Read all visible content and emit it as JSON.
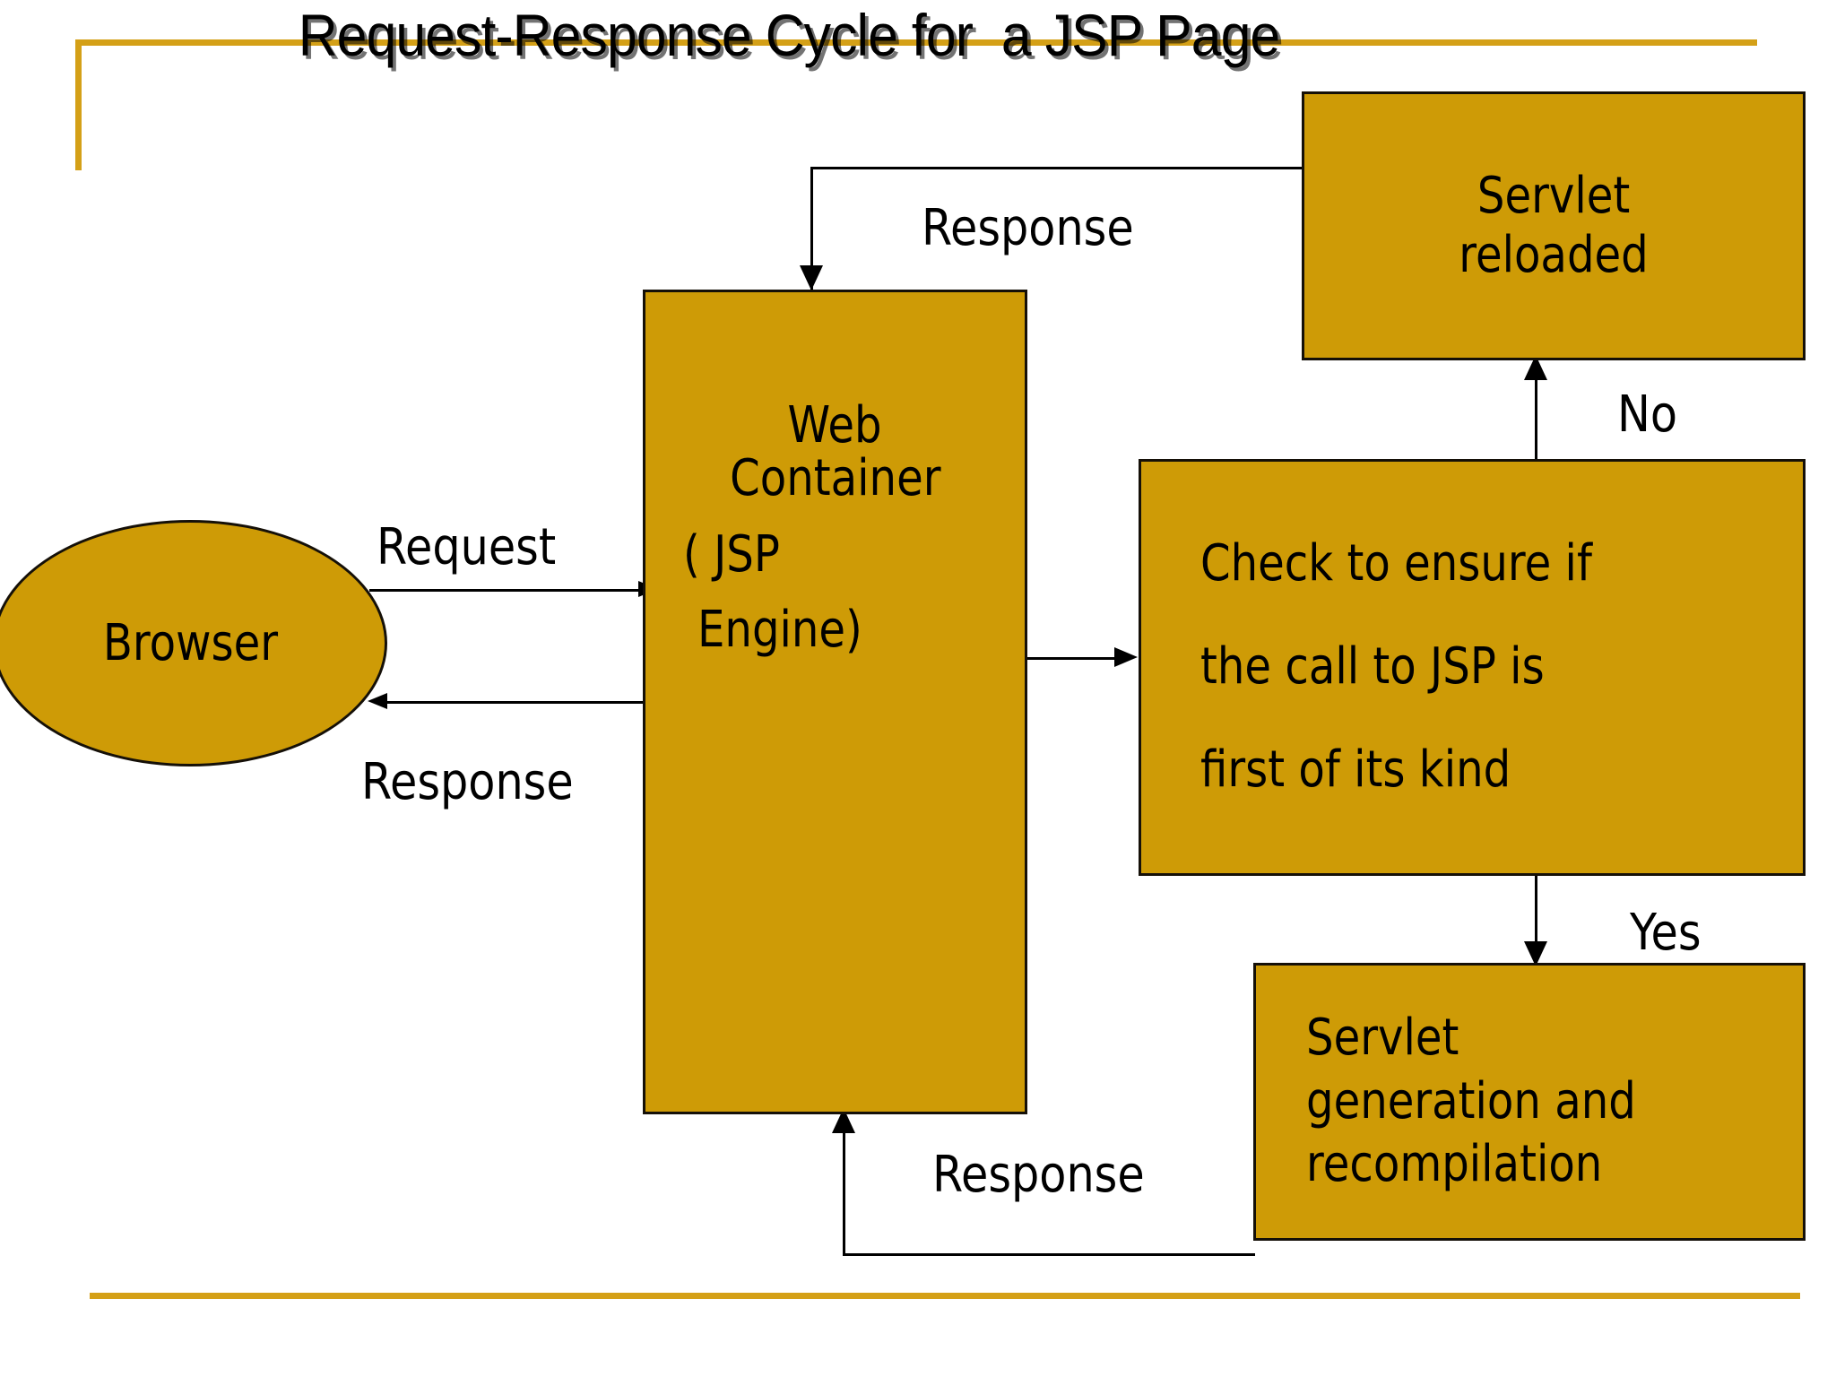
{
  "slide": {
    "title": "Request-Response Cycle for  a JSP Page",
    "background": "#FFFFFF",
    "accent_color": "#D4A017",
    "node_fill": "#CE9B06",
    "node_border": "#151008",
    "text_color": "#000000"
  },
  "nodes": {
    "browser": {
      "label": "Browser",
      "shape": "ellipse"
    },
    "web_container": {
      "line1": "Web",
      "line2": "Container",
      "line3": "( JSP",
      "line4": "Engine)",
      "shape": "rectangle"
    },
    "servlet_reloaded": {
      "line1": "Servlet",
      "line2": "reloaded",
      "shape": "rectangle"
    },
    "check_first_call": {
      "line1": "Check to ensure if",
      "line2": "the call to JSP is",
      "line3": "first of its kind",
      "shape": "rectangle"
    },
    "servlet_generation": {
      "line1": "Servlet",
      "line2": "generation and",
      "line3": "recompilation",
      "shape": "rectangle"
    }
  },
  "edges": {
    "browser_to_container": "Request",
    "container_to_browser": "Response",
    "servlet_reloaded_to_container": "Response",
    "servlet_gen_to_container": "Response",
    "check_no": "No",
    "check_yes": "Yes"
  }
}
